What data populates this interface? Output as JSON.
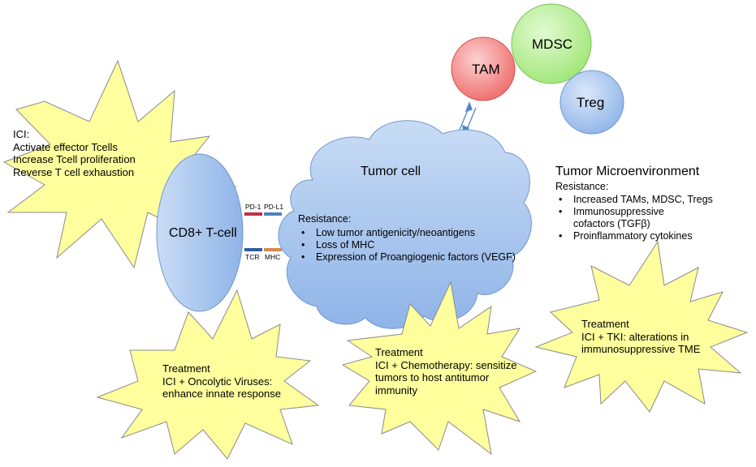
{
  "cells": {
    "tam": "TAM",
    "mdsc": "MDSC",
    "treg": "Treg",
    "cd8": "CD8+ T-cell",
    "tumor": "Tumor cell"
  },
  "receptors": {
    "pd1": "PD-1",
    "pdl1": "PD-L1",
    "tcr": "TCR",
    "mhc": "MHC"
  },
  "ici": {
    "title": "ICI:",
    "lines": [
      "Activate effector Tcells",
      "Increase Tcell proliferation",
      "Reverse T cell exhaustion"
    ]
  },
  "tumor_resistance": {
    "title": "Resistance:",
    "items": [
      "Low tumor antigenicity/neoantigens",
      "Loss of MHC",
      "Expression of Proangiogenic factors (VEGF)"
    ]
  },
  "tme": {
    "title": "Tumor Microenvironment",
    "subtitle": "Resistance:",
    "items": [
      "Increased TAMs, MDSC, Tregs",
      "Immunosuppressive",
      "Proinflammatory cytokines"
    ],
    "item2_cont": "cofactors (TGFβ)"
  },
  "treatments": {
    "oncolytic": {
      "title": "Treatment",
      "lines": [
        "ICI + Oncolytic Viruses:",
        "enhance innate response"
      ]
    },
    "chemo": {
      "title": "Treatment",
      "lines": [
        "ICI + Chemotherapy: sensitize",
        "tumors to host antitumor",
        "immunity"
      ]
    },
    "tki": {
      "title": "Treatment",
      "lines": [
        "ICI + TKI: alterations in",
        "immunosuppressive TME"
      ]
    }
  },
  "colors": {
    "star_fill": "#ffff9e",
    "blue_cell": "#a9c7ee",
    "tam": "#f47f7f",
    "mdsc": "#b4ef92",
    "pd1": "#c0304a",
    "pdl1": "#4f81bd",
    "tcr": "#2f5f9e",
    "mhc": "#d9884a"
  }
}
